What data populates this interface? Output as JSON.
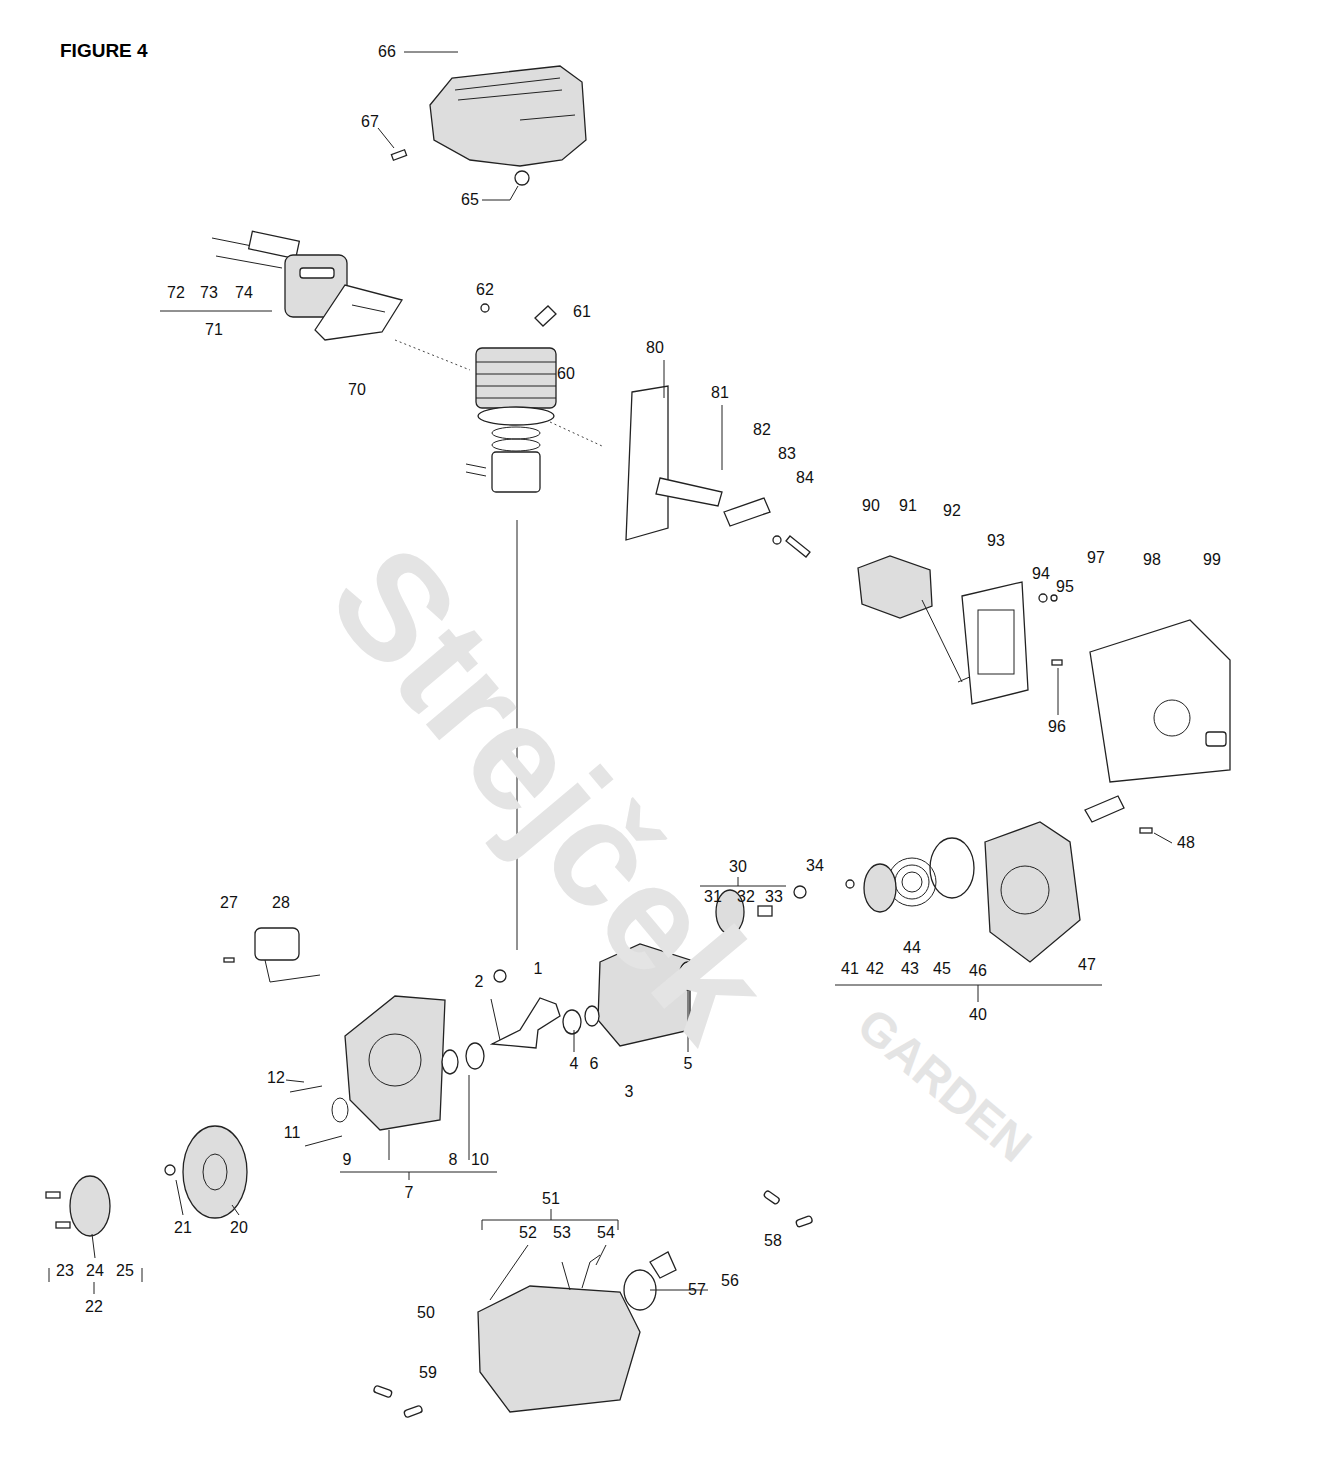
{
  "diagram": {
    "title": "FIGURE 4",
    "labels": [
      "66",
      "67",
      "65",
      "72",
      "73",
      "74",
      "71",
      "62",
      "61",
      "70",
      "60",
      "80",
      "81",
      "82",
      "83",
      "84",
      "90",
      "91",
      "92",
      "93",
      "94",
      "95",
      "97",
      "98",
      "99",
      "96",
      "48",
      "30",
      "31",
      "32",
      "33",
      "34",
      "41",
      "42",
      "43",
      "44",
      "45",
      "46",
      "47",
      "40",
      "27",
      "28",
      "2",
      "1",
      "4",
      "6",
      "5",
      "3",
      "12",
      "11",
      "9",
      "8",
      "10",
      "7",
      "21",
      "20",
      "23",
      "24",
      "25",
      "22",
      "51",
      "52",
      "53",
      "54",
      "57",
      "56",
      "58",
      "50",
      "59",
      "Strejček",
      "GARDEN"
    ]
  }
}
